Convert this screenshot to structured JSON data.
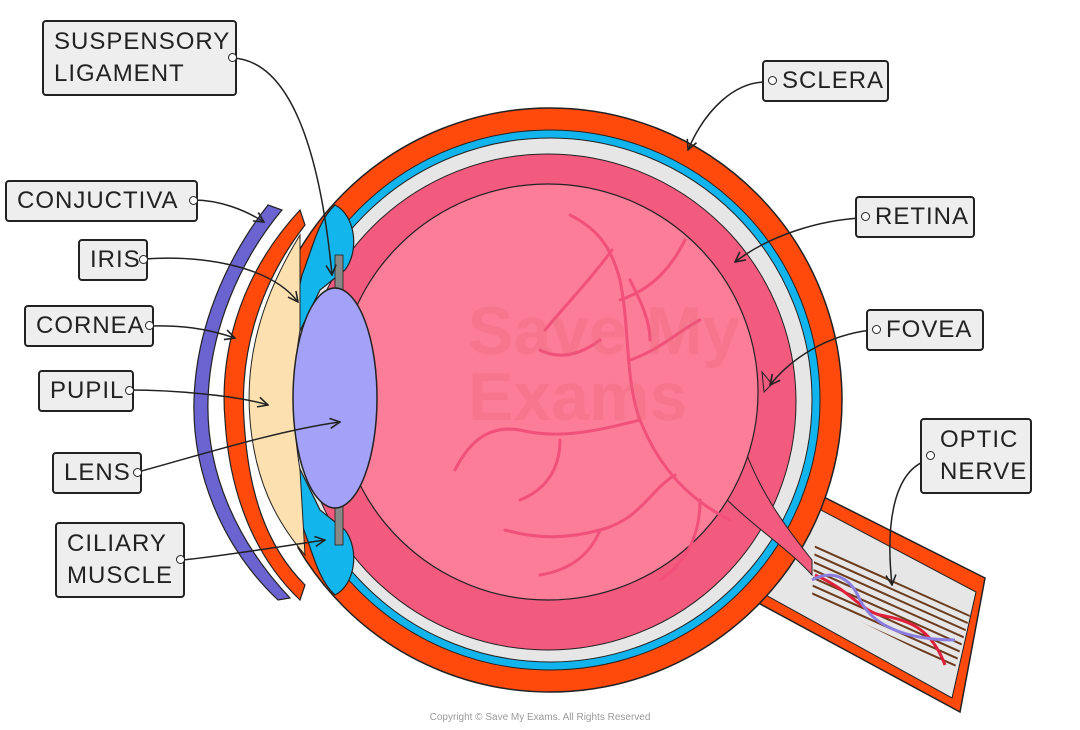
{
  "labels": {
    "suspensory_ligament": [
      "SUSPENSORY",
      "LIGAMENT"
    ],
    "conjuctiva": [
      "CONJUCTIVA"
    ],
    "iris": [
      "IRIS"
    ],
    "cornea": [
      "CORNEA"
    ],
    "pupil": [
      "PUPIL"
    ],
    "lens": [
      "LENS"
    ],
    "ciliary_muscle": [
      "CILIARY",
      "MUSCLE"
    ],
    "sclera": [
      "SCLERA"
    ],
    "retina": [
      "RETINA"
    ],
    "fovea": [
      "FOVEA"
    ],
    "optic_nerve": [
      "OPTIC",
      "NERVE"
    ]
  },
  "watermark": [
    "Save My",
    "Exams"
  ],
  "copyright": "Copyright © Save My Exams. All Rights Reserved",
  "colors": {
    "sclera": "#ff4a0c",
    "choroid": "#12b4ee",
    "retina": "#f25a7e",
    "vitreous": "#fc7d97",
    "vessels": "#f0507a",
    "lens": "#a3a2f8",
    "iris": "#13b6ec",
    "conjunctiva": "#6a63d0",
    "aqueous": "#fde0b0",
    "nerve_lines": "#6b3b1c"
  }
}
